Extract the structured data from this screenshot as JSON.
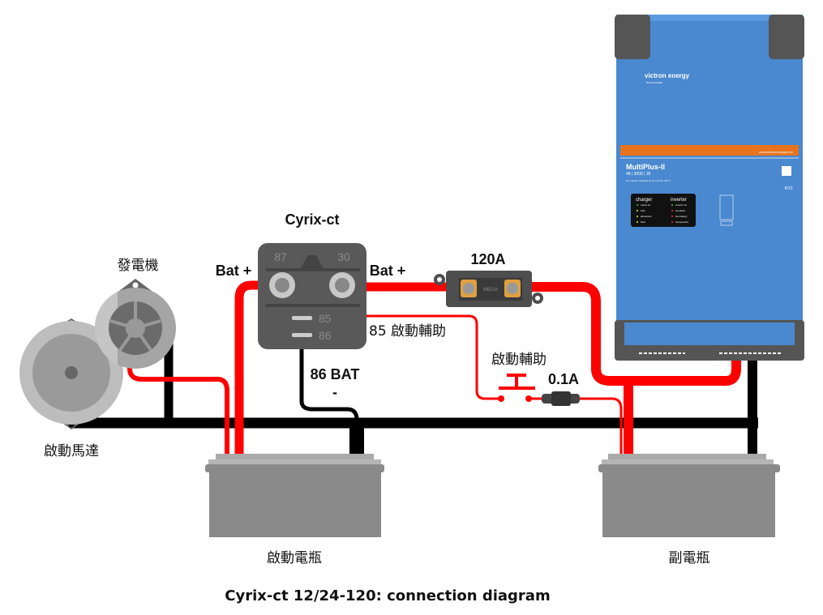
{
  "title": "Cyrix-ct",
  "caption": "Cyrix-ct 12/24-120: connection diagram",
  "labels": {
    "alternator": "發電機",
    "starter_motor": "啟動馬達",
    "bat_plus_left": "Bat +",
    "bat_plus_right": "Bat +",
    "fuse_main": "120A",
    "pin85": "85 啟動輔助",
    "pin86_line1": "86 BAT",
    "pin86_line2": "-",
    "start_assist_switch": "啟動輔助",
    "fuse_small": "0.1A",
    "starter_battery": "啟動電瓶",
    "aux_battery": "副電瓶"
  },
  "relay": {
    "pin87": "87",
    "pin30": "30",
    "pin85": "85",
    "pin86": "86"
  },
  "fuse_text": "MEGA",
  "inverter": {
    "brand": "victron energy",
    "brand_sub": "BLUE POWER",
    "website": "www.victronenergy.com",
    "model": "MultiPlus-II",
    "spec": "48 | 3000 | 35",
    "spec2": "AC transfer capacity 32 A | Inverter 230 V",
    "cert": "IP21",
    "charger_title": "charger",
    "charger_leds": [
      "mains on",
      "bulk",
      "absorption",
      "float"
    ],
    "inverter_title": "inverter",
    "inverter_leds": [
      "inverter on",
      "overload",
      "low battery",
      "temperature"
    ]
  },
  "colors": {
    "positive": "#ff0000",
    "negative": "#000000",
    "inverter_blue": "#4a88cf",
    "accent_orange": "#e8731e",
    "battery": "#8a8a8a"
  }
}
